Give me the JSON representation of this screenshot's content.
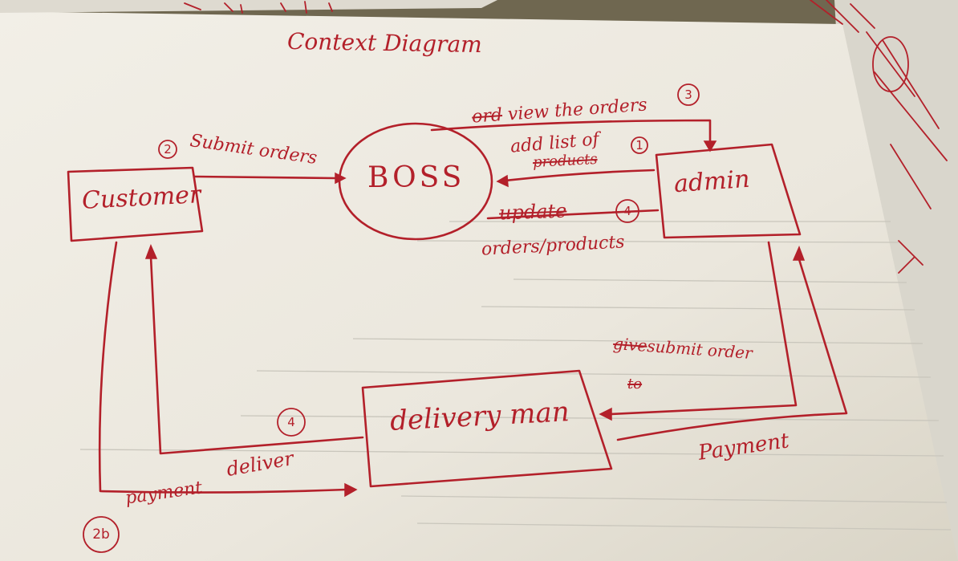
{
  "title": "Context Diagram",
  "nodes": {
    "customer": "Customer",
    "boss": "BOSS",
    "admin": "admin",
    "delivery": "delivery man"
  },
  "flows": {
    "submit_orders": {
      "number": "2",
      "label": "Submit orders"
    },
    "view_orders": {
      "number": "3",
      "label": "view the orders",
      "struck": "ord"
    },
    "add_list": {
      "number": "1",
      "label": "add list of",
      "struck": "products"
    },
    "update": {
      "number": "4",
      "label": "update",
      "label2": "orders/products"
    },
    "submit_order_admin": {
      "label": "submit order",
      "struck_before": "give",
      "struck_after": "to"
    },
    "deliver": {
      "number": "4",
      "label": "deliver"
    },
    "payment_right": {
      "label": "Payment"
    },
    "payment_left": {
      "number": "2b",
      "label": "payment"
    }
  },
  "colors": {
    "ink": "#b3202a",
    "paper": "#efece4",
    "background": "#6f6750"
  }
}
